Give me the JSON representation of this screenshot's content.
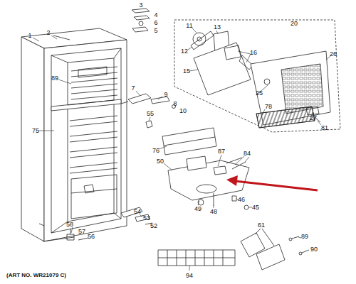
{
  "diagram": {
    "labels": [
      "1",
      "2",
      "3",
      "4",
      "6",
      "5",
      "89",
      "7",
      "9",
      "8",
      "10",
      "75",
      "55",
      "20",
      "11",
      "13",
      "12",
      "16",
      "15",
      "26",
      "25",
      "27",
      "78",
      "81",
      "76",
      "87",
      "84",
      "50",
      "46",
      "45",
      "49",
      "48",
      "54",
      "53",
      "52",
      "58",
      "57",
      "56",
      "94",
      "61",
      "89",
      "90",
      "(ART NO. WR21079 C)"
    ]
  }
}
